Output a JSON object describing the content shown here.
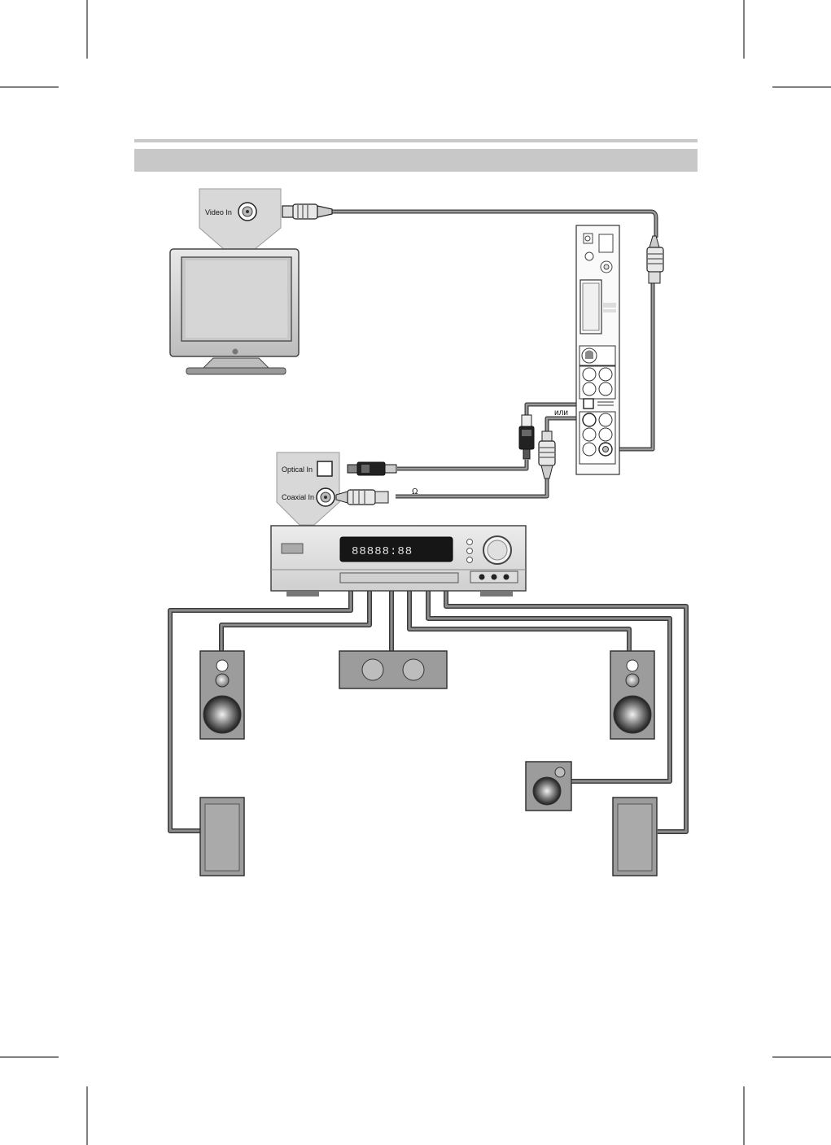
{
  "labels": {
    "video_in": "Video In",
    "optical_in": "Optical In",
    "coaxial_in": "Coaxial In",
    "or": "или",
    "ohm": "Ω"
  },
  "colors": {
    "header_bar": "#c8c8c8",
    "cable": "#8c8c8c",
    "cable_outline": "#3a3a3a",
    "device_fill": "#e6e6e6",
    "speaker_fill": "#9c9c9c",
    "display": "#111111"
  }
}
